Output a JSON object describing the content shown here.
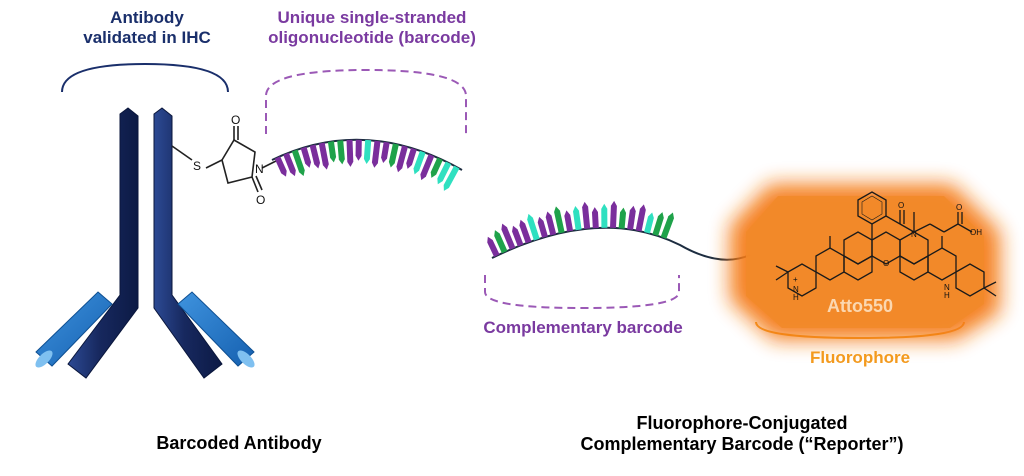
{
  "antibody": {
    "label_line1": "Antibody",
    "label_line2": "validated  in IHC",
    "caption": "Barcoded Antibody",
    "color": "#1a3268",
    "light_chain_color": "#1e73c8"
  },
  "barcode": {
    "label_line1": "Unique single-stranded",
    "label_line2": "oligonucleotide (barcode)",
    "color": "#7a3aa0"
  },
  "linker": {
    "atom_s": "S",
    "atom_n": "N",
    "atom_o1": "O",
    "atom_o2": "O"
  },
  "reporter": {
    "complementary_label": "Complementary barcode",
    "fluorophore_label": "Fluorophore",
    "dye_name": "Atto550",
    "atom_oh": "OH",
    "atom_n_plus": "N",
    "plus_sign": "+",
    "atom_h1": "H",
    "atom_nh": "N",
    "atom_h2": "H",
    "atom_ring_o": "O",
    "atom_n_amide": "N",
    "atom_o_amide": "O",
    "atom_o_acid": "O",
    "caption_line1": "Fluorophore-Conjugated",
    "caption_line2": "Complementary Barcode (“Reporter”)",
    "glow_color": "#f58220"
  },
  "base_colors": [
    "#7a2e9c",
    "#1fa24a",
    "#2fe0c0"
  ]
}
